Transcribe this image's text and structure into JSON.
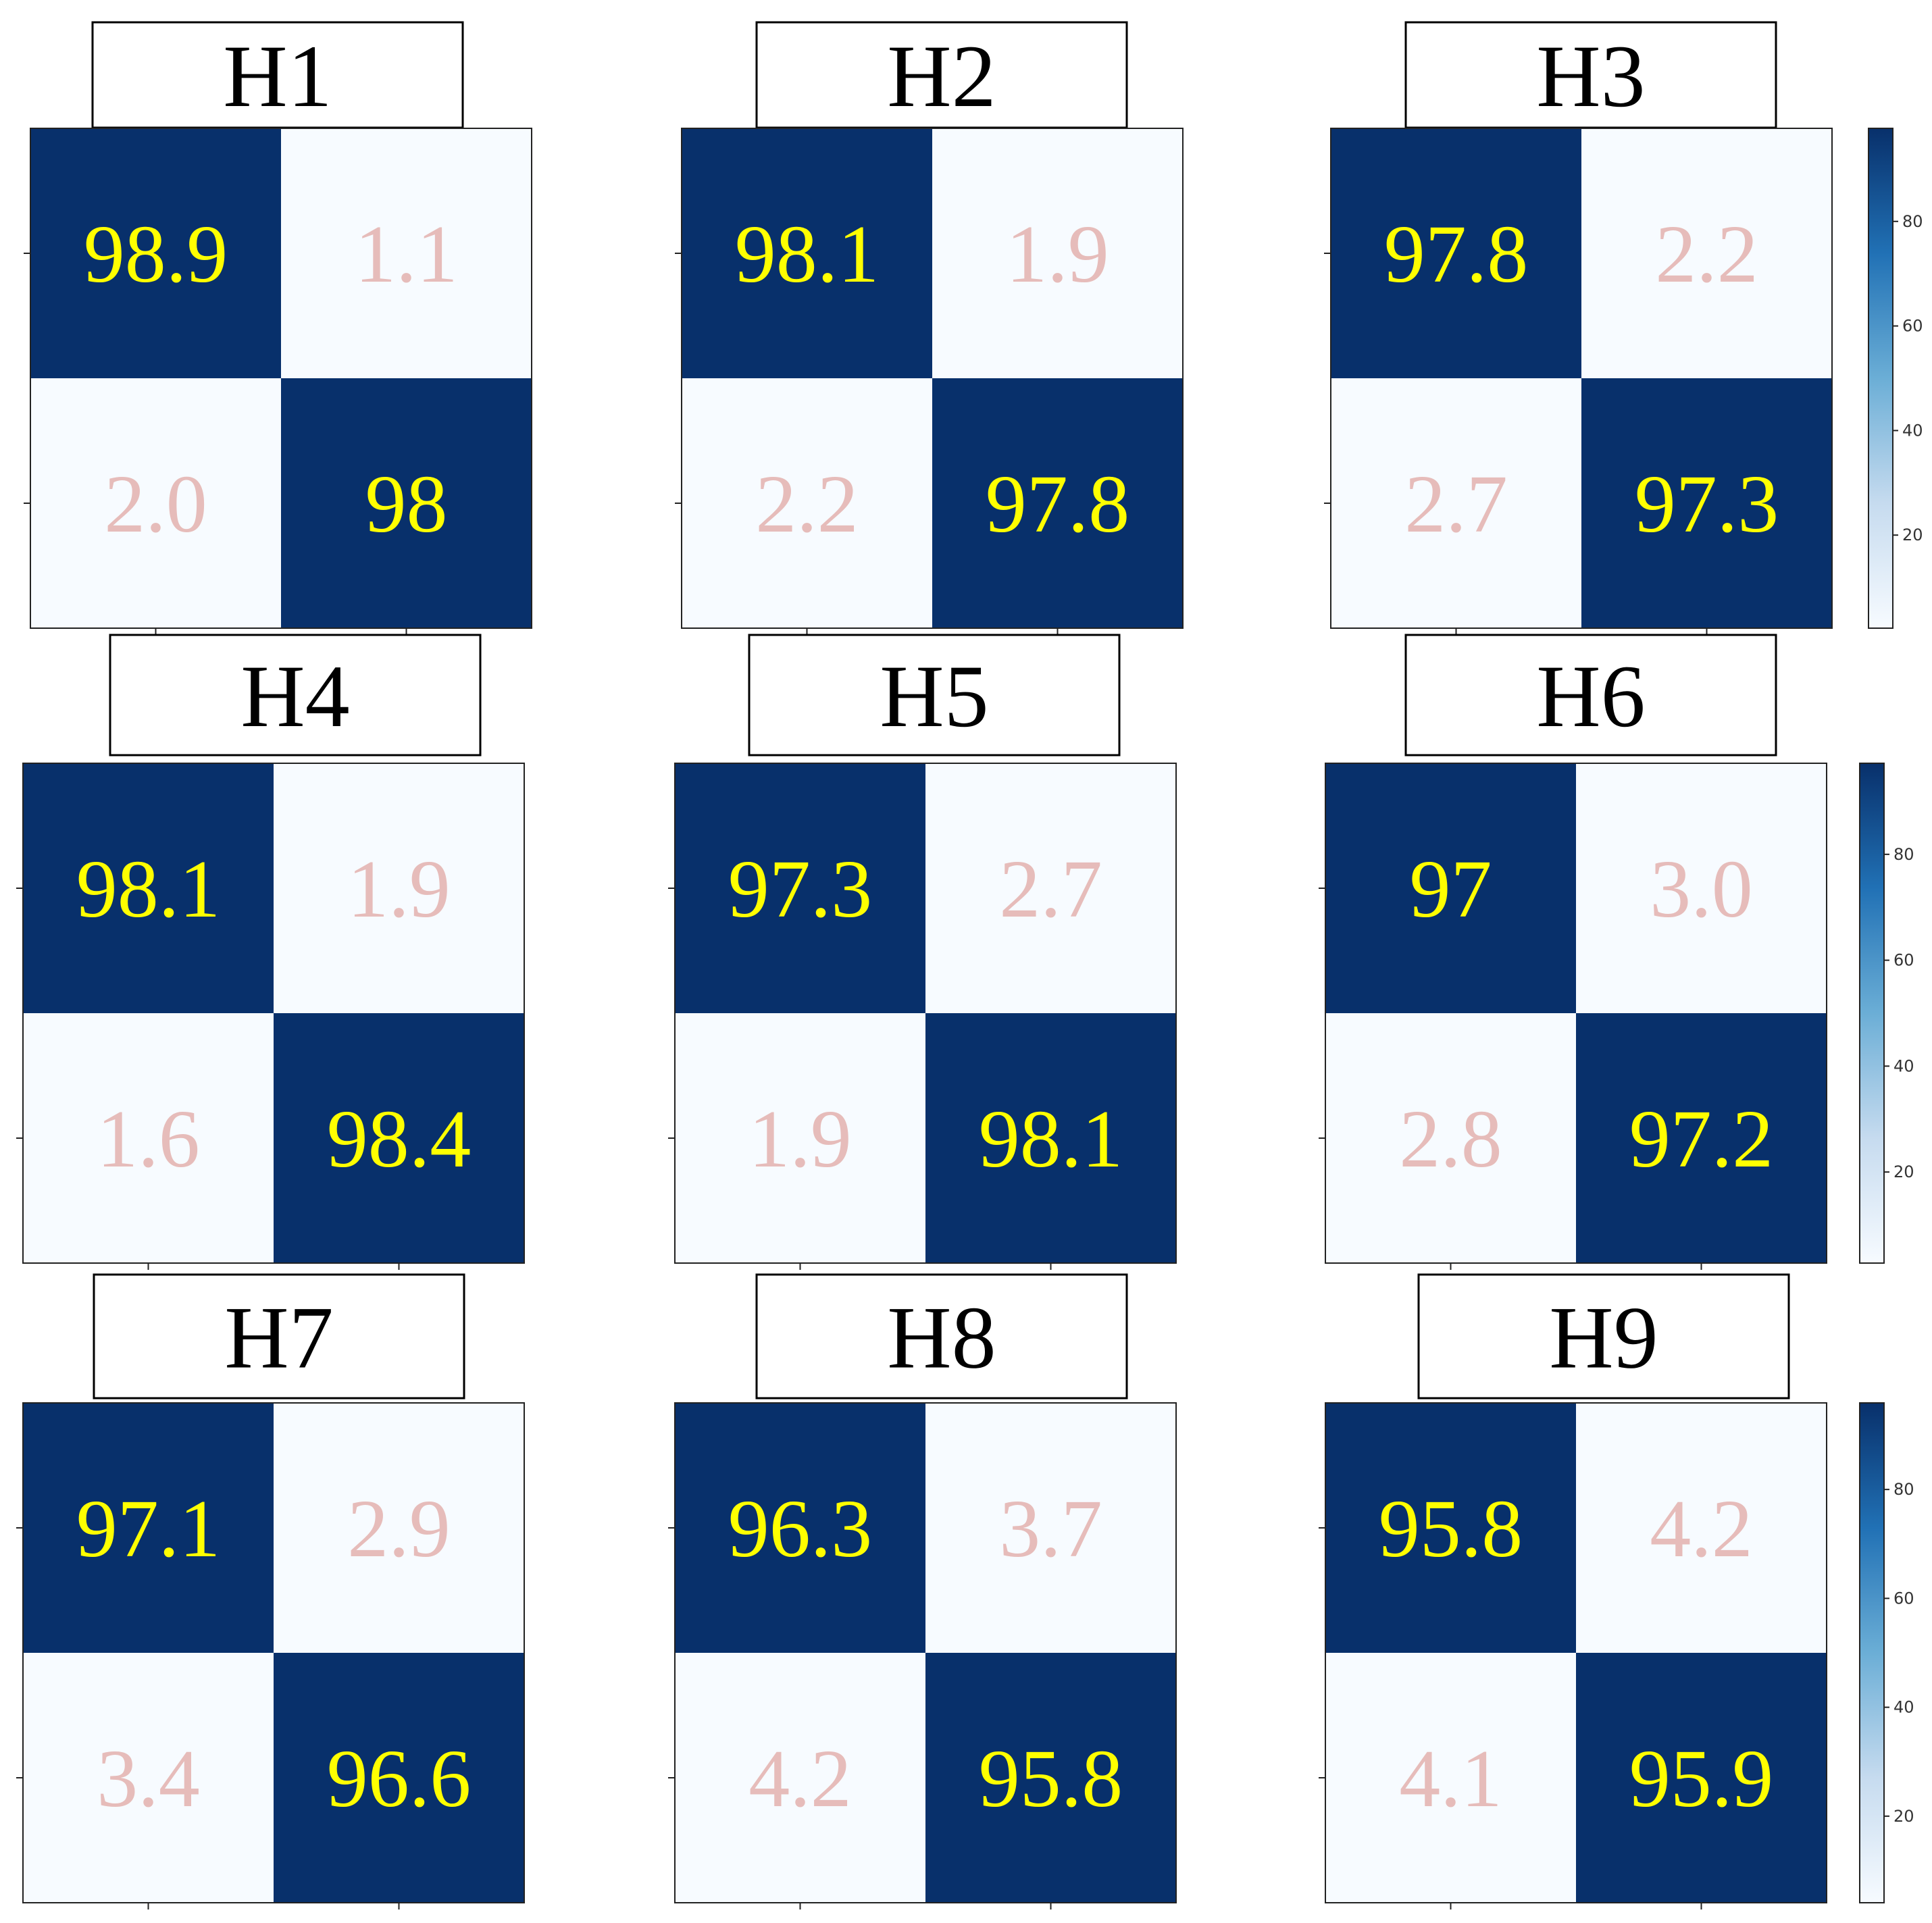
{
  "colors": {
    "high": "#08306b",
    "low": "#f7fbff",
    "high_text": "#ffff00",
    "low_text": "#e6bcba",
    "colorbar_stops": [
      "#f7fbff",
      "#c6dbef",
      "#6baed6",
      "#2171b5",
      "#08306b"
    ]
  },
  "chart_data": [
    {
      "type": "heatmap",
      "title": "H1",
      "values": [
        [
          "98.9",
          "1.1"
        ],
        [
          "2.0",
          "98"
        ]
      ]
    },
    {
      "type": "heatmap",
      "title": "H2",
      "values": [
        [
          "98.1",
          "1.9"
        ],
        [
          "2.2",
          "97.8"
        ]
      ]
    },
    {
      "type": "heatmap",
      "title": "H3",
      "values": [
        [
          "97.8",
          "2.2"
        ],
        [
          "2.7",
          "97.3"
        ]
      ],
      "colorbar": {
        "ticks": [
          20,
          40,
          60,
          80
        ],
        "range": [
          2.2,
          97.8
        ]
      }
    },
    {
      "type": "heatmap",
      "title": "H4",
      "values": [
        [
          "98.1",
          "1.9"
        ],
        [
          "1.6",
          "98.4"
        ]
      ]
    },
    {
      "type": "heatmap",
      "title": "H5",
      "values": [
        [
          "97.3",
          "2.7"
        ],
        [
          "1.9",
          "98.1"
        ]
      ]
    },
    {
      "type": "heatmap",
      "title": "H6",
      "values": [
        [
          "97",
          "3.0"
        ],
        [
          "2.8",
          "97.2"
        ]
      ],
      "colorbar": {
        "ticks": [
          20,
          40,
          60,
          80
        ],
        "range": [
          2.8,
          97.2
        ]
      }
    },
    {
      "type": "heatmap",
      "title": "H7",
      "values": [
        [
          "97.1",
          "2.9"
        ],
        [
          "3.4",
          "96.6"
        ]
      ]
    },
    {
      "type": "heatmap",
      "title": "H8",
      "values": [
        [
          "96.3",
          "3.7"
        ],
        [
          "4.2",
          "95.8"
        ]
      ]
    },
    {
      "type": "heatmap",
      "title": "H9",
      "values": [
        [
          "95.8",
          "4.2"
        ],
        [
          "4.1",
          "95.9"
        ]
      ],
      "colorbar": {
        "ticks": [
          20,
          40,
          60,
          80
        ],
        "range": [
          4.1,
          95.9
        ]
      }
    }
  ]
}
